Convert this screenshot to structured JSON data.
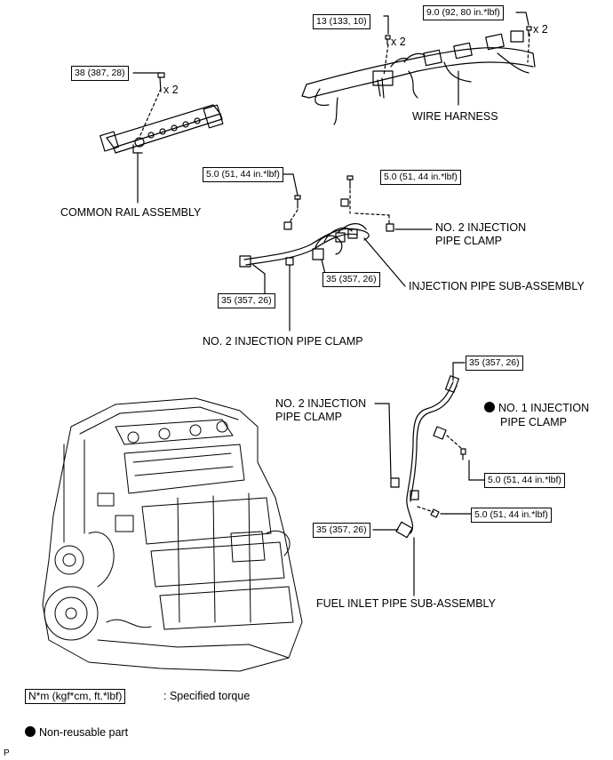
{
  "torque_specs": {
    "wire_harness_bolt_a": "13 (133, 10)",
    "wire_harness_bolt_b": "9.0 (92, 80 in.*lbf)",
    "common_rail_bolt": "38 (387, 28)",
    "clamp_bolt_left": "5.0 (51, 44 in.*lbf)",
    "clamp_bolt_right": "5.0 (51, 44 in.*lbf)",
    "injection_pipe_nut_left": "35 (357, 26)",
    "injection_pipe_nut_mid": "35 (357, 26)",
    "fuel_inlet_top_nut": "35 (357, 26)",
    "fuel_inlet_clamp_bolt_1": "5.0 (51, 44 in.*lbf)",
    "fuel_inlet_clamp_bolt_2": "5.0 (51, 44 in.*lbf)",
    "fuel_inlet_bottom_nut": "35 (357, 26)"
  },
  "multipliers": {
    "wh_a": "x 2",
    "wh_b": "x 2",
    "rail": "x 2"
  },
  "labels": {
    "wire_harness": "WIRE HARNESS",
    "common_rail": "COMMON RAIL ASSEMBLY",
    "no2_clamp_upper_1": "NO. 2 INJECTION",
    "no2_clamp_upper_2": "PIPE CLAMP",
    "injection_pipe": "INJECTION PIPE SUB-ASSEMBLY",
    "no2_clamp_lower": "NO. 2 INJECTION PIPE CLAMP",
    "no2_clamp_fuel_1": "NO. 2 INJECTION",
    "no2_clamp_fuel_2": "PIPE CLAMP",
    "no1_clamp_1": "NO. 1 INJECTION",
    "no1_clamp_2": "PIPE CLAMP",
    "fuel_inlet": "FUEL INLET PIPE SUB-ASSEMBLY"
  },
  "legend": {
    "torque_box": "N*m (kgf*cm, ft.*lbf)",
    "torque_text": ": Specified torque",
    "nonreusable_text": "Non-reusable part"
  },
  "footer_code": "P"
}
